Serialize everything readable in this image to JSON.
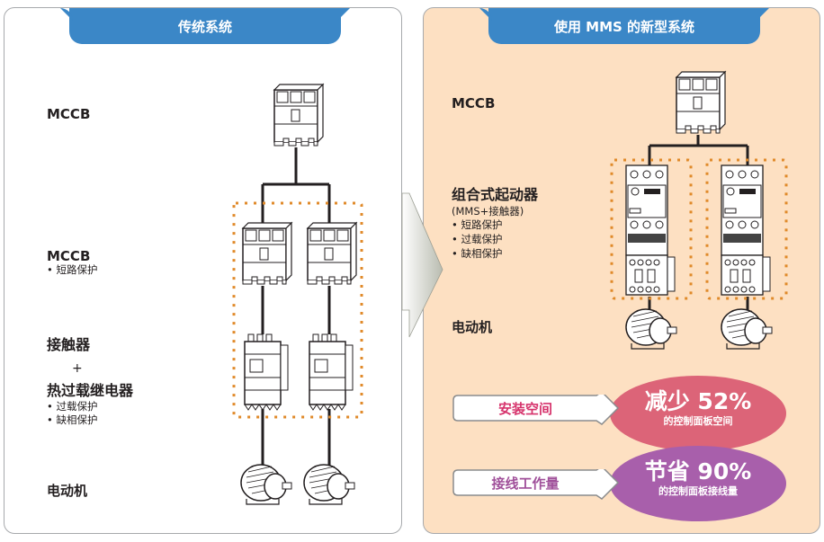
{
  "colors": {
    "tab_blue": "#3b87c7",
    "right_bg": "#fde0c2",
    "dotted_orange": "#e08a2a",
    "pink_text": "#d6336c",
    "purple_text": "#a0509a",
    "ellipse_pink": "#dc6478",
    "ellipse_purple": "#a85fab"
  },
  "left_panel": {
    "title": "传统系统",
    "labels": {
      "mccb_top": "MCCB",
      "mccb_mid": "MCCB",
      "mccb_mid_bullet": "• 短路保护",
      "contactor": "接触器",
      "plus": "+",
      "thermal_relay": "热过载继电器",
      "thermal_bullets": [
        "• 过载保护",
        "• 缺相保护"
      ],
      "motor": "电动机"
    }
  },
  "right_panel": {
    "title": "使用 MMS 的新型系统",
    "labels": {
      "mccb_top": "MCCB",
      "starter": "组合式起动器",
      "starter_sub": "(MMS+接触器)",
      "starter_bullets": [
        "• 短路保护",
        "• 过载保护",
        "• 缺相保护"
      ],
      "motor": "电动机"
    },
    "benefits": [
      {
        "label": "安装空间",
        "headline": "减少 52%",
        "detail": "的控制面板空间"
      },
      {
        "label": "接线工作量",
        "headline": "节省 90%",
        "detail": "的控制面板接线量"
      }
    ]
  }
}
